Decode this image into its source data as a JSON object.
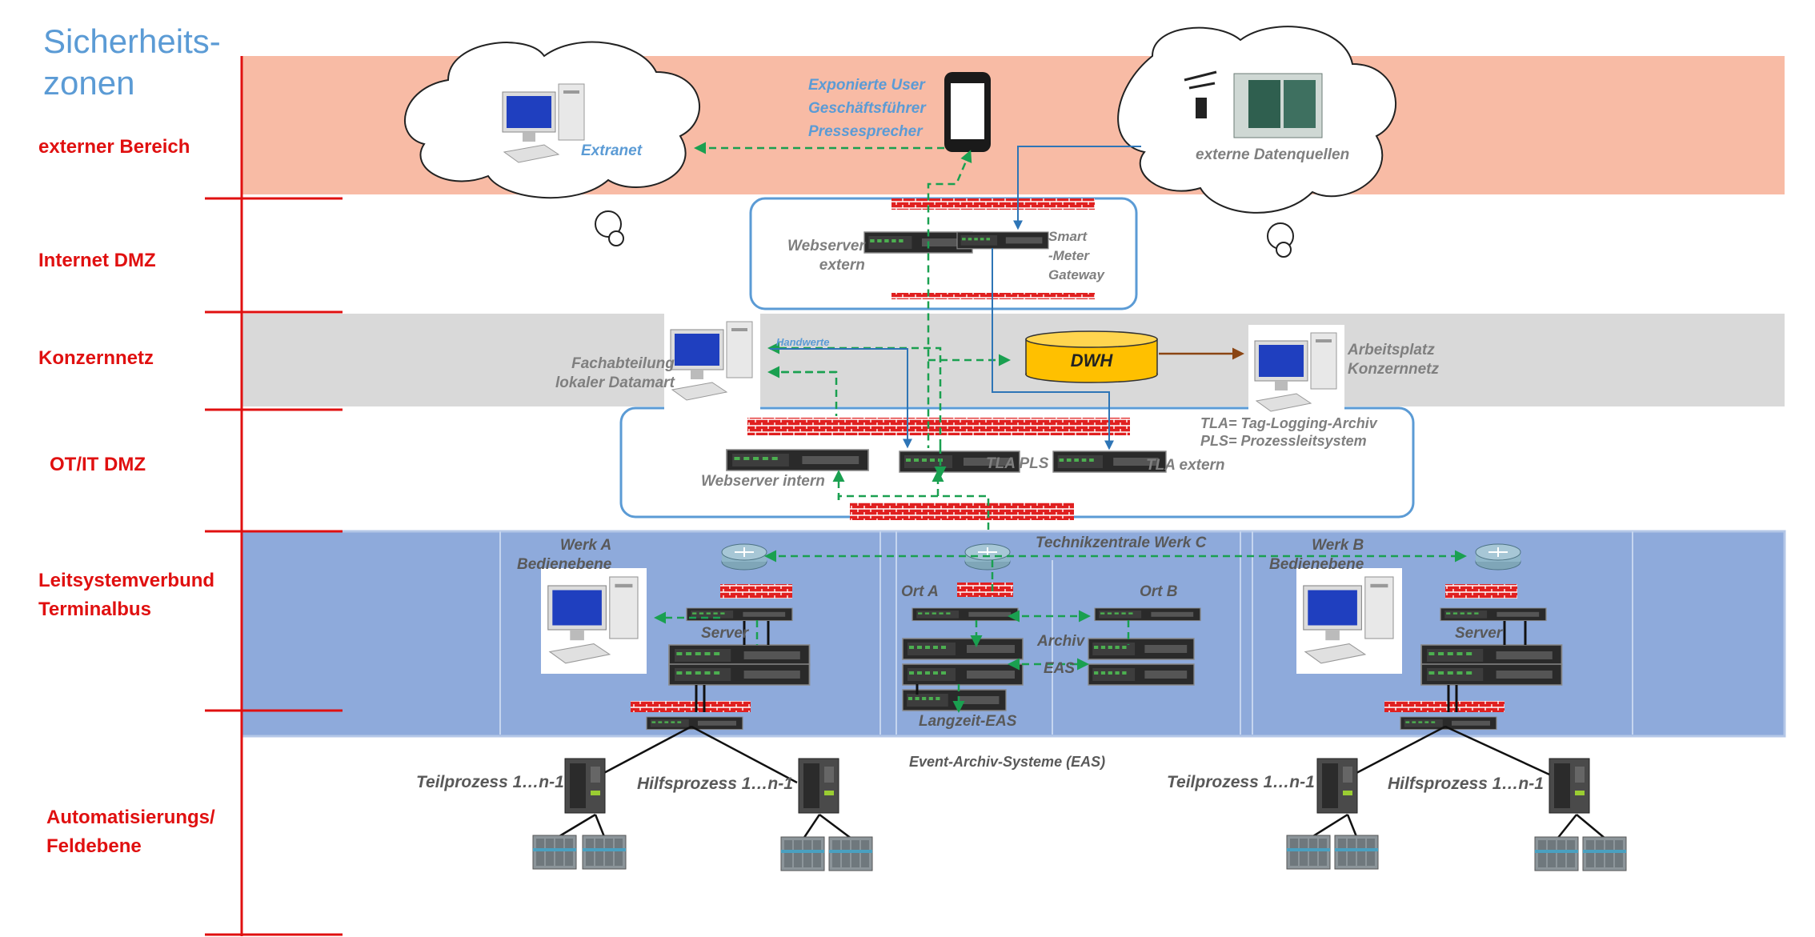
{
  "title": "Sicherheits-\nzonen",
  "zones": [
    {
      "label": "externer Bereich"
    },
    {
      "label": "Internet DMZ"
    },
    {
      "label": "Konzernnetz"
    },
    {
      "label": "OT/IT DMZ"
    },
    {
      "label": "Leitsystemverbund\nTerminalbus"
    },
    {
      "label": "Automatisierungs/\nFeldebene"
    }
  ],
  "labels": {
    "extranet": "Extranet",
    "exposed_users": "Exponierte User\nGeschäftsführer\nPressesprecher",
    "external_sources": "externe Datenquellen",
    "webserver_extern": "Webserver\nextern",
    "smart_meter": "Smart\n-Meter\nGateway",
    "handwerte": "Handwerte",
    "fachabteilung": "Fachabteilung\nlokaler Datamart",
    "dwh": "DWH",
    "arbeitsplatz": "Arbeitsplatz\nKonzernnetz",
    "tla_legend": "TLA= Tag-Logging-Archiv\nPLS= Prozessleitsystem",
    "webserver_intern": "Webserver  intern",
    "tla_pls": "TLA PLS",
    "tla_extern": "TLA extern",
    "werk_a": "Werk A\nBedienebene",
    "technikzentrale": "Technikzentrale  Werk C",
    "werk_b": "Werk B\nBedienebene",
    "server_a": "Server",
    "server_b": "Server",
    "ort_a": "Ort A",
    "ort_b": "Ort B",
    "archiv": "Archiv",
    "eas": "EAS",
    "langzeit": "Langzeit-EAS",
    "eas_full": "Event-Archiv-Systeme  (EAS)",
    "teil_a": "Teilprozess 1…n-1",
    "hilf_a": "Hilfsprozess 1…n-1",
    "teil_b": "Teilprozess 1…n-1",
    "hilf_b": "Hilfsprozess 1…n-1"
  },
  "colors": {
    "zone_external": "#f8bba5",
    "zone_konzern": "#d9d9d9",
    "zone_leitsystem": "#8eaadb",
    "zone_line": "#e01010",
    "dmz_border": "#5b9bd5",
    "firewall": "#e02020",
    "link_green": "#1aa050",
    "link_blue": "#2e75b6",
    "dwh": "#ffc000",
    "arrow_brown": "#8b4513"
  }
}
